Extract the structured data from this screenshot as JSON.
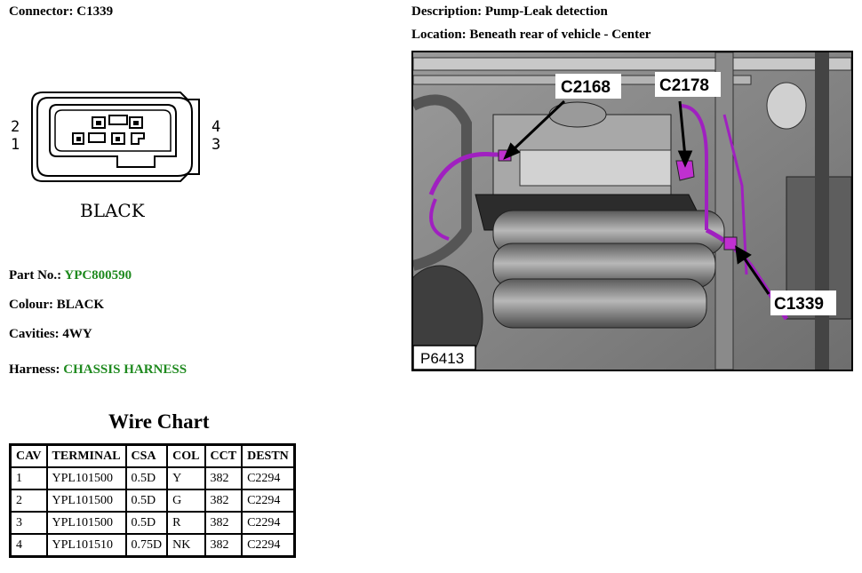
{
  "connector": {
    "label": "Connector:",
    "value": "C1339"
  },
  "description": {
    "label": "Description:",
    "value": "Pump-Leak detection"
  },
  "location": {
    "label": "Location:",
    "value": "Beneath rear of vehicle - Center"
  },
  "diagram": {
    "pin_labels": [
      "2",
      "1",
      "4",
      "3"
    ],
    "colour_caption": "BLACK"
  },
  "part_no": {
    "label": "Part No.:",
    "value": "YPC800590"
  },
  "colour": {
    "label": "Colour:",
    "value": "BLACK"
  },
  "cavities": {
    "label": "Cavities:",
    "value": "4WY"
  },
  "harness": {
    "label": "Harness:",
    "value": "CHASSIS HARNESS"
  },
  "accent_green": "#1f8a1f",
  "harness_purple": "#a020c0",
  "wire_chart": {
    "title": "Wire Chart",
    "headers": [
      "CAV",
      "TERMINAL",
      "CSA",
      "COL",
      "CCT",
      "DESTN"
    ],
    "rows": [
      [
        "1",
        "YPL101500",
        "0.5D",
        "Y",
        "382",
        "C2294"
      ],
      [
        "2",
        "YPL101500",
        "0.5D",
        "G",
        "382",
        "C2294"
      ],
      [
        "3",
        "YPL101500",
        "0.5D",
        "R",
        "382",
        "C2294"
      ],
      [
        "4",
        "YPL101510",
        "0.75D",
        "NK",
        "382",
        "C2294"
      ]
    ]
  },
  "photo": {
    "callouts": [
      "C2168",
      "C2178",
      "C1339"
    ],
    "figure_id": "P6413"
  }
}
